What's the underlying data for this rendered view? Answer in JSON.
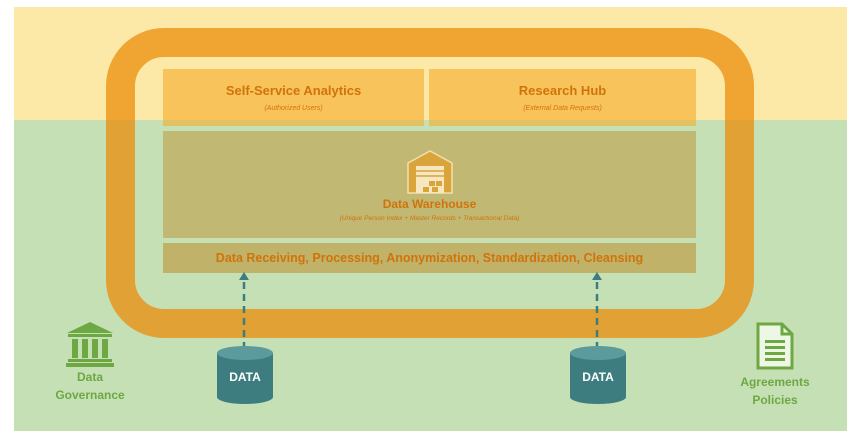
{
  "colors": {
    "orange_ring": "#eb8c0a",
    "orange_text": "#d0740a",
    "top_band": "#fde9a7",
    "bottom_band": "#c6e0b6",
    "teal": "#3d7d80",
    "green": "#6da843"
  },
  "panels": {
    "self_service": {
      "title": "Self-Service Analytics",
      "subtitle": "(Authorized Users)"
    },
    "research_hub": {
      "title": "Research Hub",
      "subtitle": "(External Data Requests)"
    },
    "warehouse": {
      "icon": "warehouse-icon",
      "title": "Data Warehouse",
      "subtitle": "(Unique Person Index + Master Records + Transactional Data)"
    },
    "processing": {
      "label": "Data Receiving, Processing, Anonymization, Standardization, Cleansing"
    }
  },
  "sources": [
    {
      "icon": "database-icon",
      "label": "DATA"
    },
    {
      "icon": "database-icon",
      "label": "DATA"
    }
  ],
  "governance": {
    "icon": "bank-building-icon",
    "line1": "Data",
    "line2": "Governance"
  },
  "agreements": {
    "icon": "document-icon",
    "line1": "Agreements",
    "line2": "Policies"
  }
}
